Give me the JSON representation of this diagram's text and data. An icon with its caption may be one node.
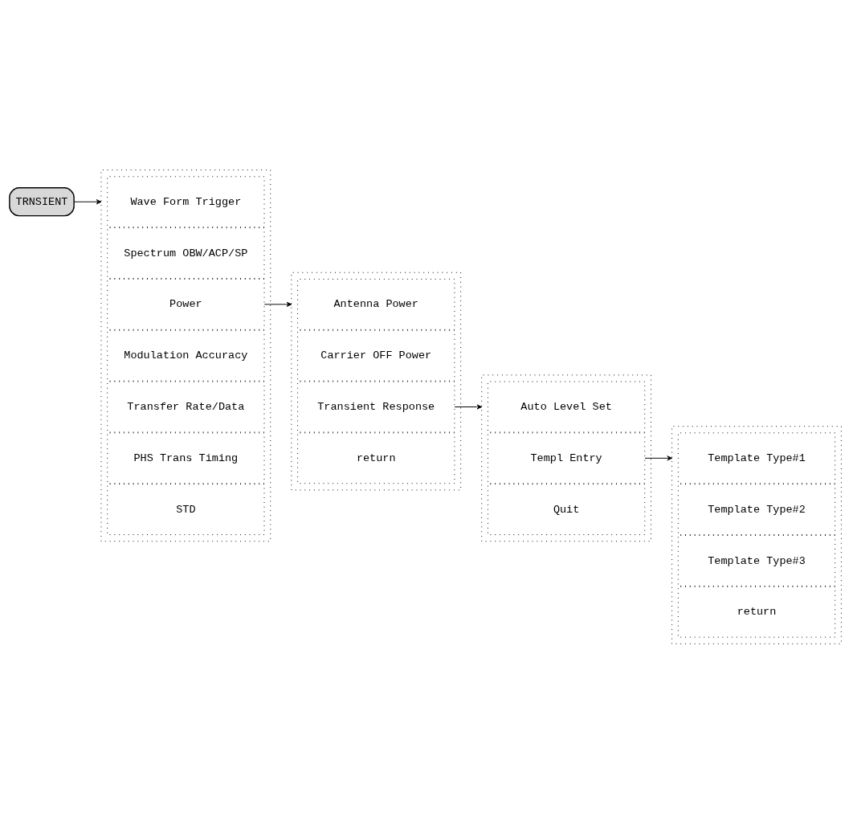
{
  "diagram": {
    "nodes": [
      {
        "text": [
          "TRNSIENT"
        ]
      },
      {
        "text": [],
        "shape": "box"
      },
      {
        "text": [
          "Wave Form Trigger"
        ],
        "in": 1
      },
      {
        "text": [
          "Spectrum OBW/ACP/SP"
        ],
        "in": 1
      },
      {
        "text": [
          "Power"
        ],
        "in": 1
      },
      {
        "text": [
          "Modulation Accuracy"
        ],
        "in": 1
      },
      {
        "text": [
          "Transfer Rate/Data"
        ],
        "in": 1
      },
      {
        "text": [
          "PHS Trans Timing"
        ],
        "in": 1
      },
      {
        "text": [
          "STD"
        ],
        "in": 1
      },
      {
        "text": [],
        "shape": "box"
      },
      {
        "text": [
          "Antenna Power"
        ],
        "in": 9
      },
      {
        "text": [
          "Carrier OFF Power"
        ],
        "in": 9
      },
      {
        "text": [
          "Transient Response"
        ],
        "in": 9
      },
      {
        "text": [
          "return"
        ],
        "in": 9
      },
      {
        "text": [],
        "shape": "box"
      },
      {
        "text": [
          "Auto Level Set"
        ],
        "in": 14
      },
      {
        "text": [
          "Templ Entry"
        ],
        "in": 14
      },
      {
        "text": [
          "Quit"
        ],
        "in": 14
      },
      {
        "text": [],
        "shape": "box"
      },
      {
        "text": [
          "Template Type#1"
        ],
        "in": 18
      },
      {
        "text": [
          "Template Type#2"
        ],
        "in": 18
      },
      {
        "text": [
          "Template Type#3"
        ],
        "in": 18
      },
      {
        "text": [
          "return"
        ],
        "in": 18
      }
    ],
    "edges": [
      {
        "from": 0,
        "to": 1,
        "arrow": "to"
      },
      {
        "from": 4,
        "to": 9,
        "arrow": "to"
      },
      {
        "from": 12,
        "to": 14,
        "arrow": "to"
      },
      {
        "from": 16,
        "to": 18,
        "arrow": "to"
      }
    ]
  }
}
